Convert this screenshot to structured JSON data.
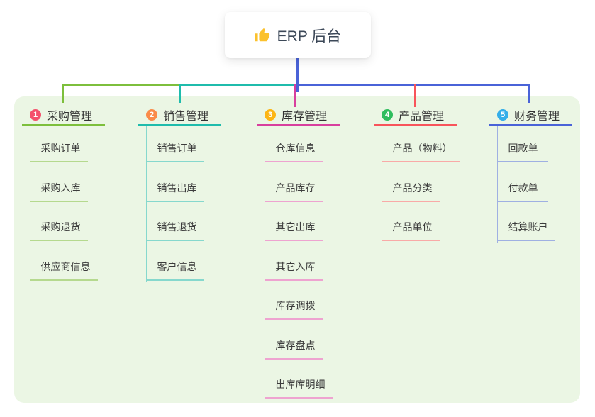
{
  "root": {
    "label": "ERP 后台",
    "icon": "thumbs-up-icon"
  },
  "branches": [
    {
      "index": "1",
      "title": "采购管理",
      "color": "#7dbf3c",
      "light_color": "#b5d98e",
      "badge_color": "#f4516c",
      "children": [
        "采购订单",
        "采购入库",
        "采购退货",
        "供应商信息"
      ]
    },
    {
      "index": "2",
      "title": "销售管理",
      "color": "#1fbcac",
      "light_color": "#86d8cd",
      "badge_color": "#fa8b49",
      "children": [
        "销售订单",
        "销售出库",
        "销售退货",
        "客户信息"
      ]
    },
    {
      "index": "3",
      "title": "库存管理",
      "color": "#d83f9e",
      "light_color": "#eea3d0",
      "badge_color": "#fcb514",
      "children": [
        "仓库信息",
        "产品库存",
        "其它出库",
        "其它入库",
        "库存调拨",
        "库存盘点",
        "出库库明细"
      ]
    },
    {
      "index": "4",
      "title": "产品管理",
      "color": "#f8545b",
      "light_color": "#f9aaa7",
      "badge_color": "#2fbd5e",
      "children": [
        "产品（物料）",
        "产品分类",
        "产品单位"
      ]
    },
    {
      "index": "5",
      "title": "财务管理",
      "color": "#4a63d8",
      "light_color": "#9fb0e2",
      "badge_color": "#34aee9",
      "children": [
        "回款单",
        "付款单",
        "结算账户"
      ]
    }
  ],
  "colors": {
    "panel_bg": "#ebf6e4",
    "root_text": "#3c4858",
    "title_text": "#333333",
    "child_text": "#3c3c3c",
    "icon_color": "#fbc12d",
    "stem_color": "#4a63d8"
  }
}
